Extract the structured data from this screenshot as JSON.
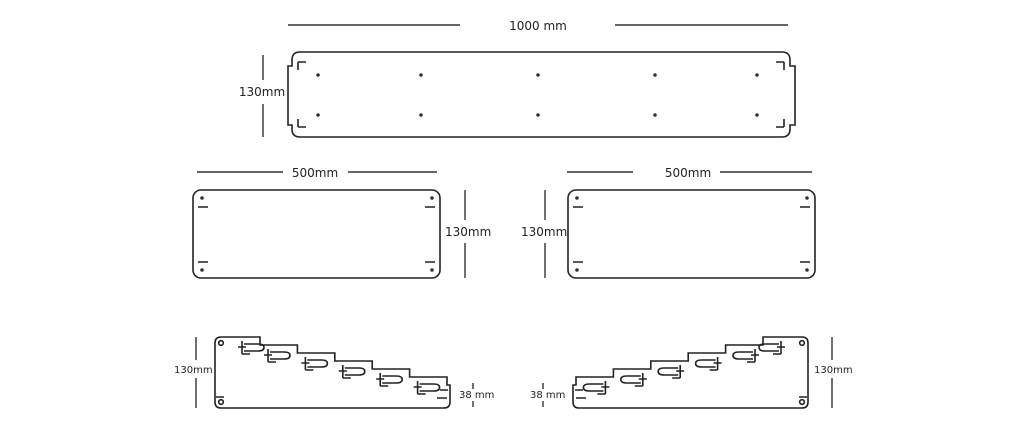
{
  "top_panel": {
    "width_label": "1000 mm",
    "height_label": "130mm"
  },
  "middle_left_panel": {
    "width_label": "500mm",
    "height_label": "130mm"
  },
  "middle_right_panel": {
    "width_label": "500mm",
    "height_label": "130mm"
  },
  "bottom_left_profile": {
    "height_label": "130mm",
    "end_height_label": "38 mm"
  },
  "bottom_right_profile": {
    "height_label": "130mm",
    "end_height_label": "38 mm"
  },
  "step_count": 6
}
